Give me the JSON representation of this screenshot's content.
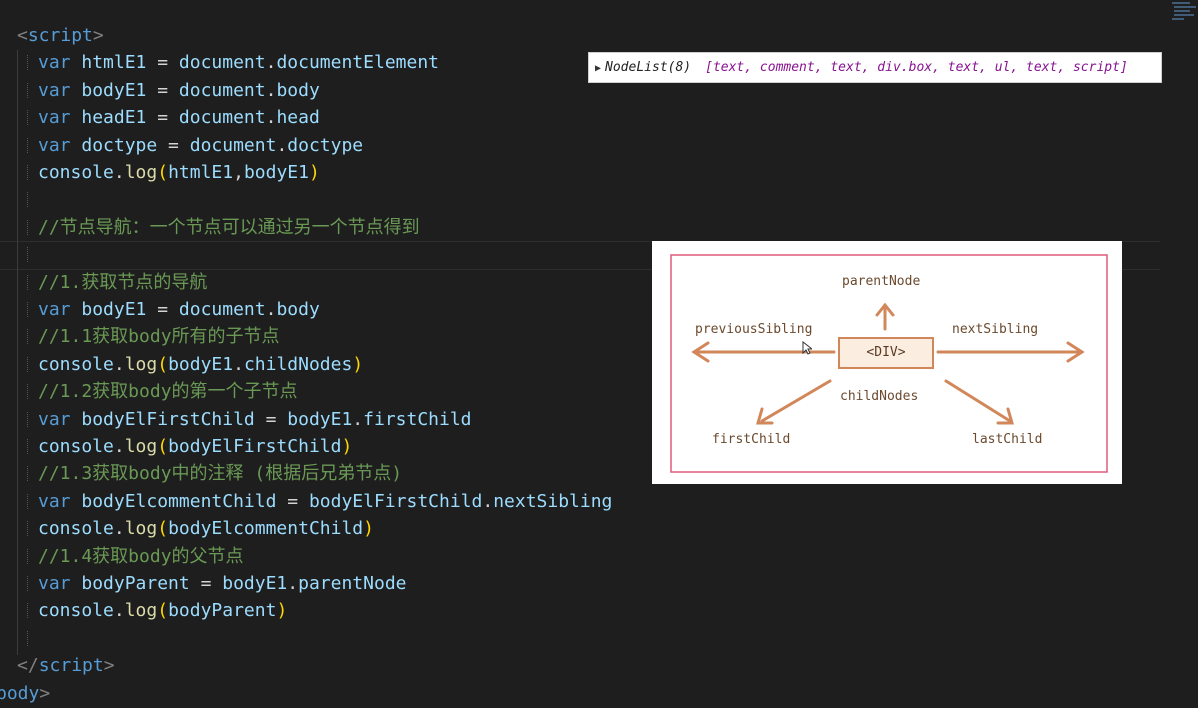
{
  "editor": {
    "lines": [
      {
        "indent": 1,
        "tokens": [
          [
            "punct",
            "<"
          ],
          [
            "tag",
            "script"
          ],
          [
            "punct",
            ">"
          ]
        ]
      },
      {
        "indent": 2,
        "tokens": [
          [
            "kw",
            "var "
          ],
          [
            "var",
            "htmlE1"
          ],
          [
            "op",
            " = "
          ],
          [
            "var",
            "document"
          ],
          [
            "op",
            "."
          ],
          [
            "var",
            "documentElement"
          ]
        ]
      },
      {
        "indent": 2,
        "tokens": [
          [
            "kw",
            "var "
          ],
          [
            "var",
            "bodyE1"
          ],
          [
            "op",
            " = "
          ],
          [
            "var",
            "document"
          ],
          [
            "op",
            "."
          ],
          [
            "var",
            "body"
          ]
        ]
      },
      {
        "indent": 2,
        "tokens": [
          [
            "kw",
            "var "
          ],
          [
            "var",
            "headE1"
          ],
          [
            "op",
            " = "
          ],
          [
            "var",
            "document"
          ],
          [
            "op",
            "."
          ],
          [
            "var",
            "head"
          ]
        ]
      },
      {
        "indent": 2,
        "tokens": [
          [
            "kw",
            "var "
          ],
          [
            "var",
            "doctype"
          ],
          [
            "op",
            " = "
          ],
          [
            "var",
            "document"
          ],
          [
            "op",
            "."
          ],
          [
            "var",
            "doctype"
          ]
        ]
      },
      {
        "indent": 2,
        "tokens": [
          [
            "var",
            "console"
          ],
          [
            "op",
            "."
          ],
          [
            "fn",
            "log"
          ],
          [
            "par",
            "("
          ],
          [
            "var",
            "htmlE1"
          ],
          [
            "op",
            ","
          ],
          [
            "var",
            "bodyE1"
          ],
          [
            "par",
            ")"
          ]
        ]
      },
      {
        "indent": 2,
        "tokens": []
      },
      {
        "indent": 2,
        "tokens": [
          [
            "cm",
            "//节点导航：一个节点可以通过另一个节点得到"
          ]
        ]
      },
      {
        "indent": 2,
        "tokens": []
      },
      {
        "indent": 2,
        "tokens": [
          [
            "cm",
            "//1.获取节点的导航"
          ]
        ]
      },
      {
        "indent": 2,
        "tokens": [
          [
            "kw",
            "var "
          ],
          [
            "var",
            "bodyE1"
          ],
          [
            "op",
            " = "
          ],
          [
            "var",
            "document"
          ],
          [
            "op",
            "."
          ],
          [
            "var",
            "body"
          ]
        ]
      },
      {
        "indent": 2,
        "tokens": [
          [
            "cm",
            "//1.1获取body所有的子节点"
          ]
        ]
      },
      {
        "indent": 2,
        "tokens": [
          [
            "var",
            "console"
          ],
          [
            "op",
            "."
          ],
          [
            "fn",
            "log"
          ],
          [
            "par",
            "("
          ],
          [
            "var",
            "bodyE1"
          ],
          [
            "op",
            "."
          ],
          [
            "var",
            "childNodes"
          ],
          [
            "par",
            ")"
          ]
        ]
      },
      {
        "indent": 2,
        "tokens": [
          [
            "cm",
            "//1.2获取body的第一个子节点"
          ]
        ]
      },
      {
        "indent": 2,
        "tokens": [
          [
            "kw",
            "var "
          ],
          [
            "var",
            "bodyElFirstChild"
          ],
          [
            "op",
            " = "
          ],
          [
            "var",
            "bodyE1"
          ],
          [
            "op",
            "."
          ],
          [
            "var",
            "firstChild"
          ]
        ]
      },
      {
        "indent": 2,
        "tokens": [
          [
            "var",
            "console"
          ],
          [
            "op",
            "."
          ],
          [
            "fn",
            "log"
          ],
          [
            "par",
            "("
          ],
          [
            "var",
            "bodyElFirstChild"
          ],
          [
            "par",
            ")"
          ]
        ]
      },
      {
        "indent": 2,
        "tokens": [
          [
            "cm",
            "//1.3获取body中的注释 (根据后兄弟节点)"
          ]
        ]
      },
      {
        "indent": 2,
        "tokens": [
          [
            "kw",
            "var "
          ],
          [
            "var",
            "bodyElcommentChild"
          ],
          [
            "op",
            " = "
          ],
          [
            "var",
            "bodyElFirstChild"
          ],
          [
            "op",
            "."
          ],
          [
            "var",
            "nextSibling"
          ]
        ]
      },
      {
        "indent": 2,
        "tokens": [
          [
            "var",
            "console"
          ],
          [
            "op",
            "."
          ],
          [
            "fn",
            "log"
          ],
          [
            "par",
            "("
          ],
          [
            "var",
            "bodyElcommentChild"
          ],
          [
            "par",
            ")"
          ]
        ]
      },
      {
        "indent": 2,
        "tokens": [
          [
            "cm",
            "//1.4获取body的父节点"
          ]
        ]
      },
      {
        "indent": 2,
        "tokens": [
          [
            "kw",
            "var "
          ],
          [
            "var",
            "bodyParent"
          ],
          [
            "op",
            " = "
          ],
          [
            "var",
            "bodyE1"
          ],
          [
            "op",
            "."
          ],
          [
            "var",
            "parentNode"
          ]
        ]
      },
      {
        "indent": 2,
        "tokens": [
          [
            "var",
            "console"
          ],
          [
            "op",
            "."
          ],
          [
            "fn",
            "log"
          ],
          [
            "par",
            "("
          ],
          [
            "var",
            "bodyParent"
          ],
          [
            "par",
            ")"
          ]
        ]
      },
      {
        "indent": 2,
        "tokens": []
      },
      {
        "indent": 1,
        "tokens": [
          [
            "punct",
            "</"
          ],
          [
            "tag",
            "script"
          ],
          [
            "punct",
            ">"
          ]
        ]
      },
      {
        "indent": 0,
        "tokens": [
          [
            "tag",
            "body"
          ],
          [
            "punct",
            ">"
          ]
        ]
      }
    ]
  },
  "console_output": {
    "label": "NodeList(8)",
    "items": "[text, comment, text, div.box, text, ul, text, script]"
  },
  "diagram": {
    "center": "<DIV>",
    "parent": "parentNode",
    "previous": "previousSibling",
    "next": "nextSibling",
    "children": "childNodes",
    "first": "firstChild",
    "last": "lastChild"
  },
  "colors": {
    "arrow": "#d2875a",
    "frame": "#e05a7a"
  }
}
